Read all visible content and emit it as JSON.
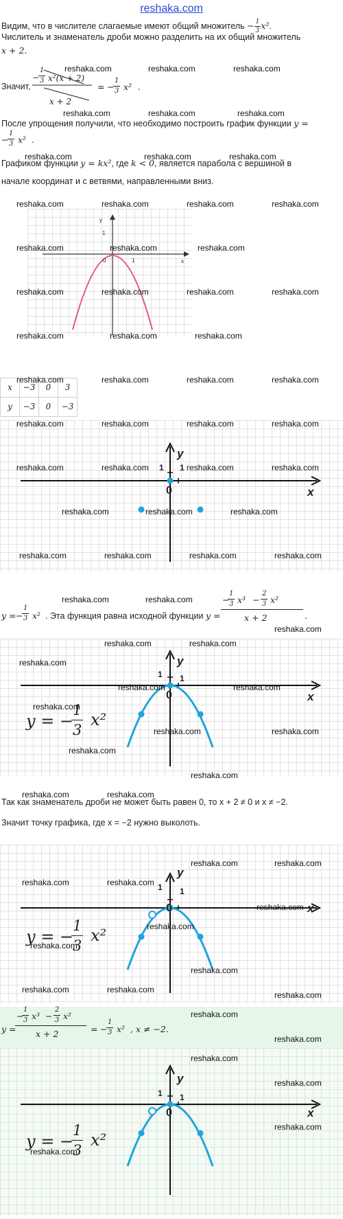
{
  "header": {
    "site_link": "reshaka.com"
  },
  "watermark": "reshaka.com",
  "text": {
    "p1a": "Видим, что в числителе слагаемые имеют общий множитель ",
    "p1b": "Числитель и знаменатель дроби можно разделить на их общий множитель",
    "p1c": "x + 2.",
    "p2_label": "Значит,",
    "p3": "После упрощения получили, что необходимо построить график функции",
    "p4a": "Графиком функции ",
    "p4b": ", где ",
    "p4c": ", является парабола с вершиной в",
    "p4d": "начале координат и с ветвями, направленными вниз.",
    "p5a": ". Эта функция равна исходной функции ",
    "p6": "Так как знаменатель дроби не может быть равен 0, то x + 2 ≠ 0 и x ≠ −2.",
    "p7": "Значит точку графика, где x = −2 нужно выколоть."
  },
  "math": {
    "y_eq": "y =",
    "minus": "−",
    "one": "1",
    "three": "3",
    "x2": "x²",
    "x3": "x³",
    "two": "2",
    "x_plus_2": "x + 2",
    "factor_rest": "x²(x + 2)",
    "kx2": "y = kx²",
    "k_lt_0": "k < 0",
    "period": ".",
    "eq": "=",
    "ne_tail": ", x ≠ −2."
  },
  "table": {
    "x_label": "x",
    "y_label": "y",
    "x_values": [
      "−3",
      "0",
      "3"
    ],
    "y_values": [
      "−3",
      "0",
      "−3"
    ]
  },
  "graph": {
    "x_axis": "x",
    "y_axis": "y",
    "origin": "0",
    "tick": "1",
    "curve_label_y": "y = −",
    "curve_label_x2": "x²",
    "curve_color": "#22a3db",
    "small_curve_color": "#e0549a"
  }
}
